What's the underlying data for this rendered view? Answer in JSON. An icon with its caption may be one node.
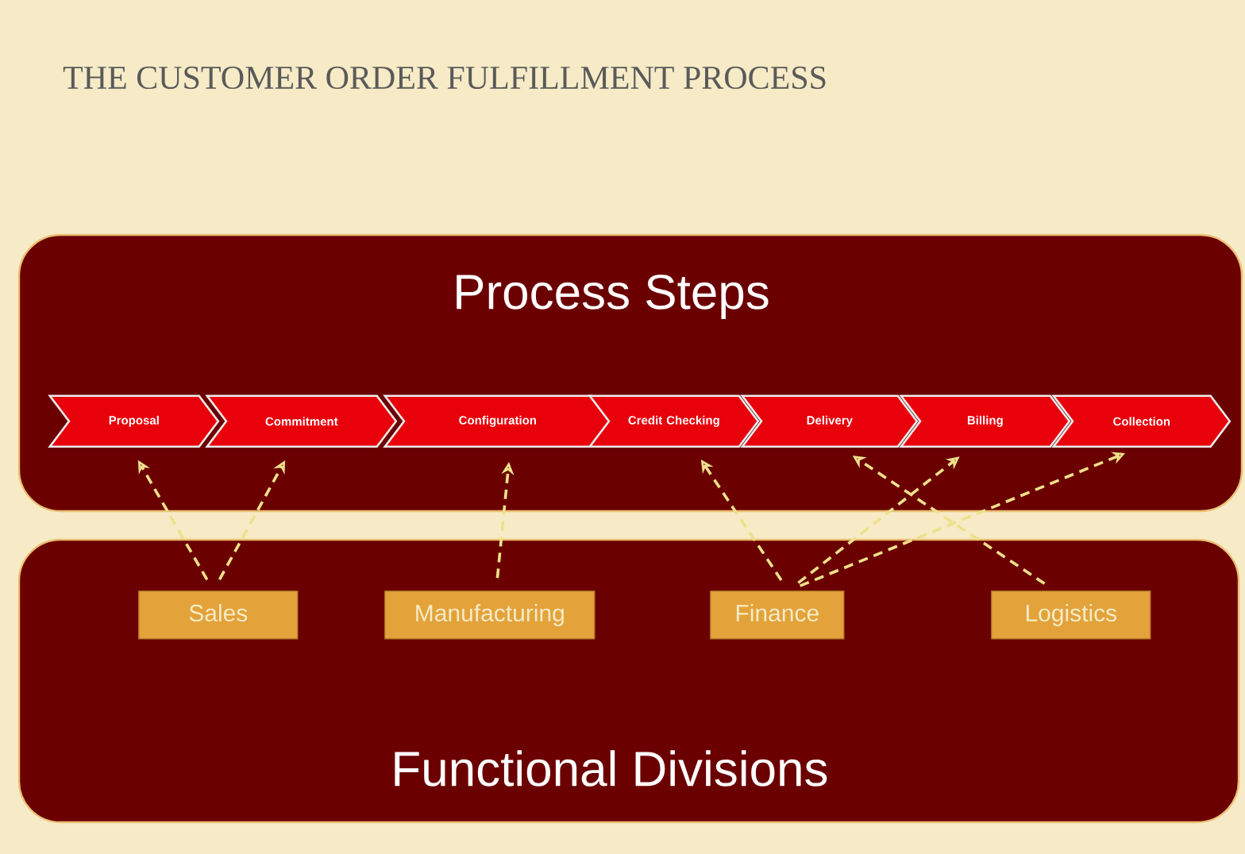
{
  "diagram": {
    "title": "THE CUSTOMER ORDER FULFILLMENT PROCESS",
    "nodes": [
      {
        "text": [
          "Process Steps"
        ]
      },
      {
        "text": [
          "Proposal"
        ],
        "in": 0
      },
      {
        "text": [
          "Commitment"
        ],
        "in": 0
      },
      {
        "text": [
          "Configuration"
        ],
        "in": 0
      },
      {
        "text": [
          "Credit Checking"
        ],
        "in": 0
      },
      {
        "text": [
          "Delivery"
        ],
        "in": 0
      },
      {
        "text": [
          "Billing"
        ],
        "in": 0
      },
      {
        "text": [
          "Collection"
        ],
        "in": 0
      },
      {
        "text": [
          "Functional Divisions"
        ]
      },
      {
        "text": [
          "Sales"
        ],
        "in": 8
      },
      {
        "text": [
          "Manufacturing"
        ],
        "in": 8
      },
      {
        "text": [
          "Finance"
        ],
        "in": 8
      },
      {
        "text": [
          "Logistics"
        ],
        "in": 8
      }
    ],
    "edges": [
      {
        "from": 9,
        "to": 1,
        "arrow": "to",
        "style": "dashed"
      },
      {
        "from": 9,
        "to": 2,
        "arrow": "to",
        "style": "dashed"
      },
      {
        "from": 10,
        "to": 3,
        "arrow": "to",
        "style": "dashed"
      },
      {
        "from": 11,
        "to": 4,
        "arrow": "to",
        "style": "dashed"
      },
      {
        "from": 11,
        "to": 6,
        "arrow": "to",
        "style": "dashed"
      },
      {
        "from": 11,
        "to": 7,
        "arrow": "to",
        "style": "dashed"
      },
      {
        "from": 12,
        "to": 5,
        "arrow": "to",
        "style": "dashed"
      }
    ]
  }
}
